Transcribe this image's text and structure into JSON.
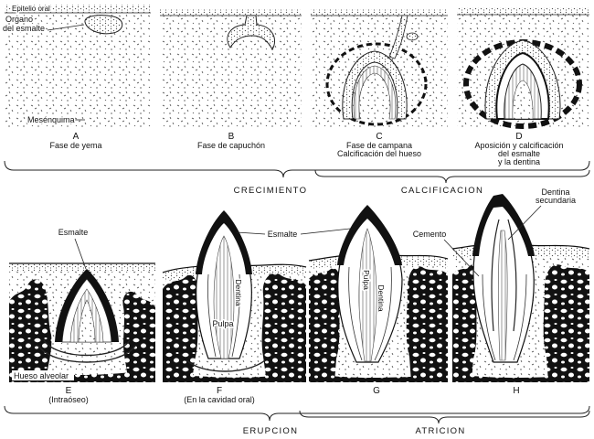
{
  "top_row": {
    "epitelio_oral": "Epitelio oral",
    "organo_line1": "Organo",
    "organo_line2": "del esmalte",
    "mesenquima": "Mesénquima",
    "panels": [
      {
        "letter": "A",
        "caption": [
          "Fase de yema"
        ]
      },
      {
        "letter": "B",
        "caption": [
          "Fase de capuchón"
        ]
      },
      {
        "letter": "C",
        "caption": [
          "Fase de campana",
          "Calcificación del hueso"
        ]
      },
      {
        "letter": "D",
        "caption": [
          "Aposición y calcificación",
          "del esmalte",
          "y la dentina"
        ]
      }
    ],
    "stages": {
      "crecimiento": "CRECIMIENTO",
      "calcificacion": "CALCIFICACION"
    }
  },
  "bottom_row": {
    "labels": {
      "esmalte_e": "Esmalte",
      "esmalte_fg": "Esmalte",
      "cemento": "Cemento",
      "dentina_secundaria_1": "Dentina",
      "dentina_secundaria_2": "secundaria",
      "dentina_f": "Dentina",
      "pulpa_f": "Pulpa",
      "pulpa_g": "Pulpa",
      "dentina_g": "Dentina",
      "hueso_alveolar": "Hueso alveolar"
    },
    "panels": [
      {
        "letter": "E",
        "caption": [
          "(Intraóseo)"
        ]
      },
      {
        "letter": "F",
        "caption": [
          "(En la cavidad oral)"
        ]
      },
      {
        "letter": "G"
      },
      {
        "letter": "H"
      }
    ],
    "stages": {
      "erupcion": "ERUPCION",
      "atricion": "ATRICION"
    }
  }
}
